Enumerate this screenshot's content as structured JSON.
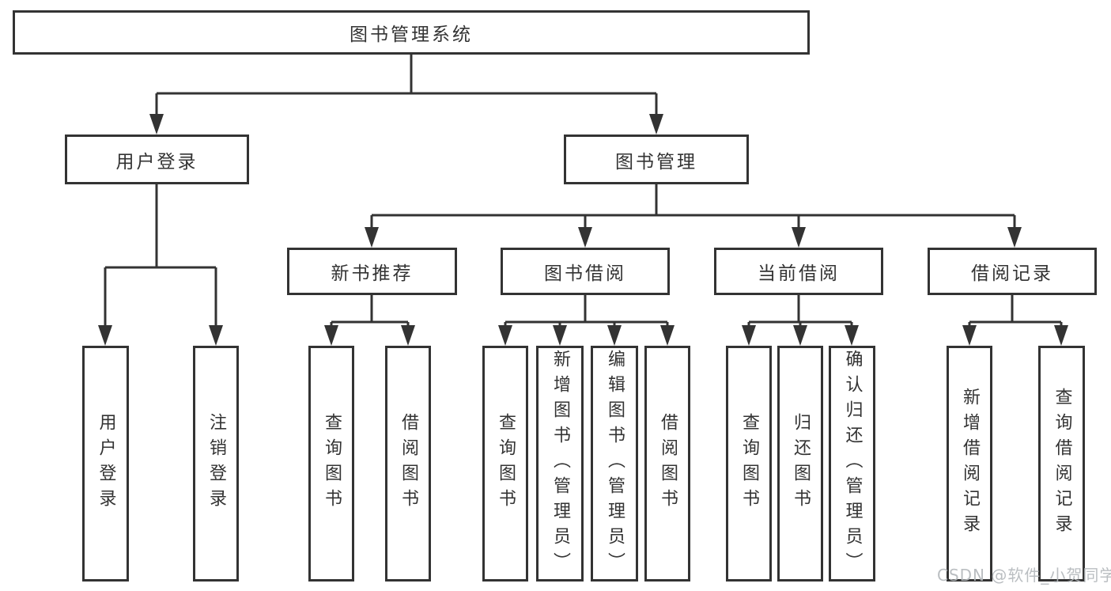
{
  "tree": {
    "root": {
      "label": "图书管理系统",
      "children": [
        {
          "label": "用户登录",
          "children": [
            {
              "label": "用户登录"
            },
            {
              "label": "注销登录"
            }
          ]
        },
        {
          "label": "图书管理",
          "children": [
            {
              "label": "新书推荐",
              "children": [
                {
                  "label": "查询图书"
                },
                {
                  "label": "借阅图书"
                }
              ]
            },
            {
              "label": "图书借阅",
              "children": [
                {
                  "label": "查询图书"
                },
                {
                  "label": "新增图书（管理员）"
                },
                {
                  "label": "编辑图书（管理员）"
                },
                {
                  "label": "借阅图书"
                }
              ]
            },
            {
              "label": "当前借阅",
              "children": [
                {
                  "label": "查询图书"
                },
                {
                  "label": "归还图书"
                },
                {
                  "label": "确认归还（管理员）"
                }
              ]
            },
            {
              "label": "借阅记录",
              "children": [
                {
                  "label": "新增借阅记录"
                },
                {
                  "label": "查询借阅记录"
                }
              ]
            }
          ]
        }
      ]
    }
  },
  "watermark": {
    "text": "CSDN @软件_小贺同学",
    "color": "#b3b7bb"
  },
  "colors": {
    "line": "#333333",
    "text": "#333333",
    "box_background": "#ffffff",
    "page_background": "#ffffff"
  }
}
